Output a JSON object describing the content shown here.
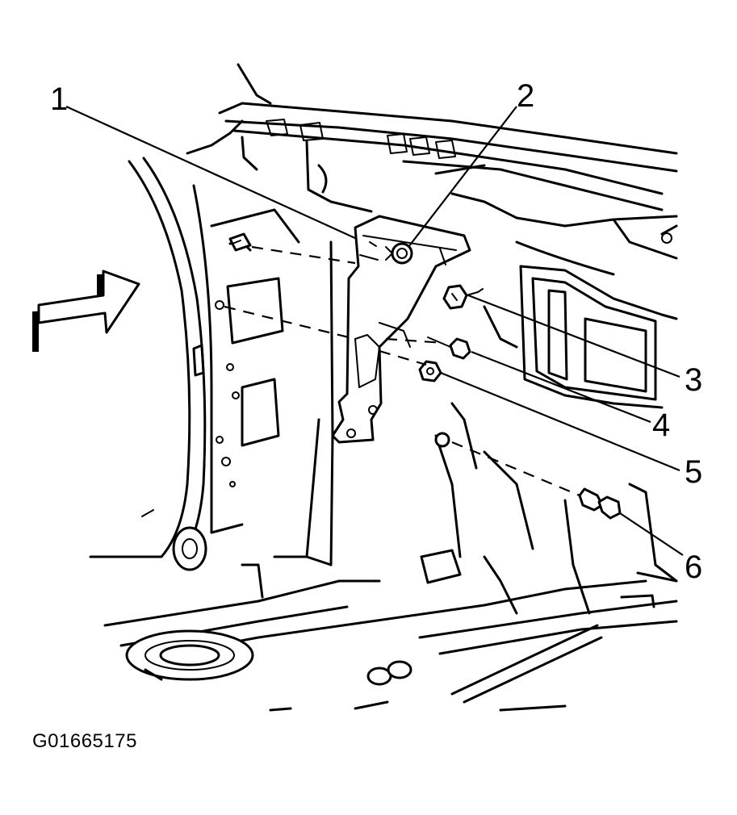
{
  "figure_id": "G01665175",
  "callouts": [
    {
      "label": "1"
    },
    {
      "label": "2"
    },
    {
      "label": "3"
    },
    {
      "label": "4"
    },
    {
      "label": "5"
    },
    {
      "label": "6"
    }
  ]
}
